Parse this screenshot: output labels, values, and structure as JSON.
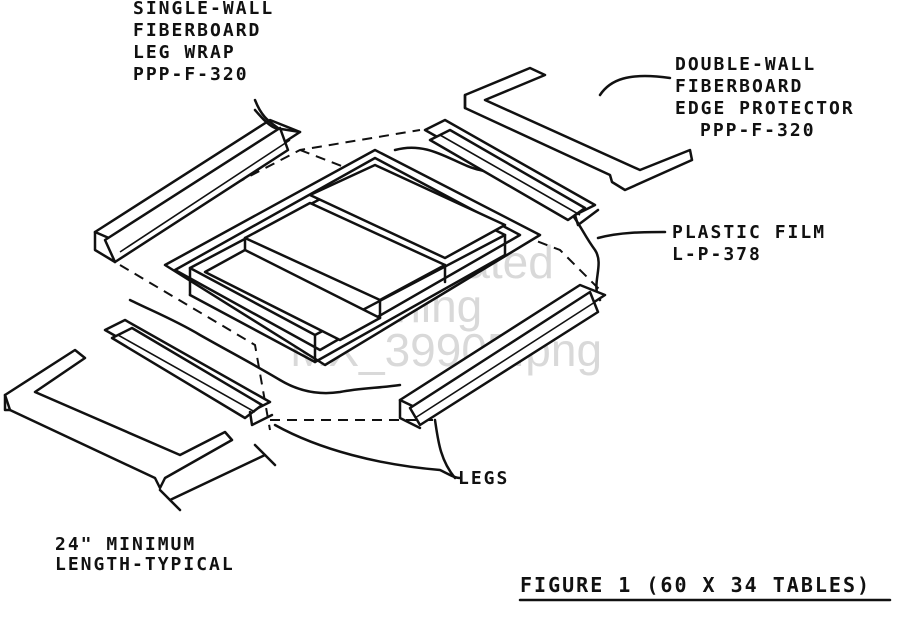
{
  "labels": {
    "single_wall": [
      "SINGLE-WALL",
      "FIBERBOARD",
      "LEG WRAP",
      "PPP-F-320"
    ],
    "double_wall": [
      "DOUBLE-WALL",
      "FIBERBOARD",
      "EDGE PROTECTOR",
      "PPP-F-320"
    ],
    "plastic_film": [
      "PLASTIC FILM",
      "L-P-378"
    ],
    "legs": "LEGS",
    "min_length": [
      "24\" MINIMUM",
      "LENGTH-TYPICAL"
    ]
  },
  "caption": "FIGURE 1 (60 X 34 TABLES)",
  "watermark": [
    "© Integrated",
    "Publishing",
    "MX_39905.png"
  ]
}
